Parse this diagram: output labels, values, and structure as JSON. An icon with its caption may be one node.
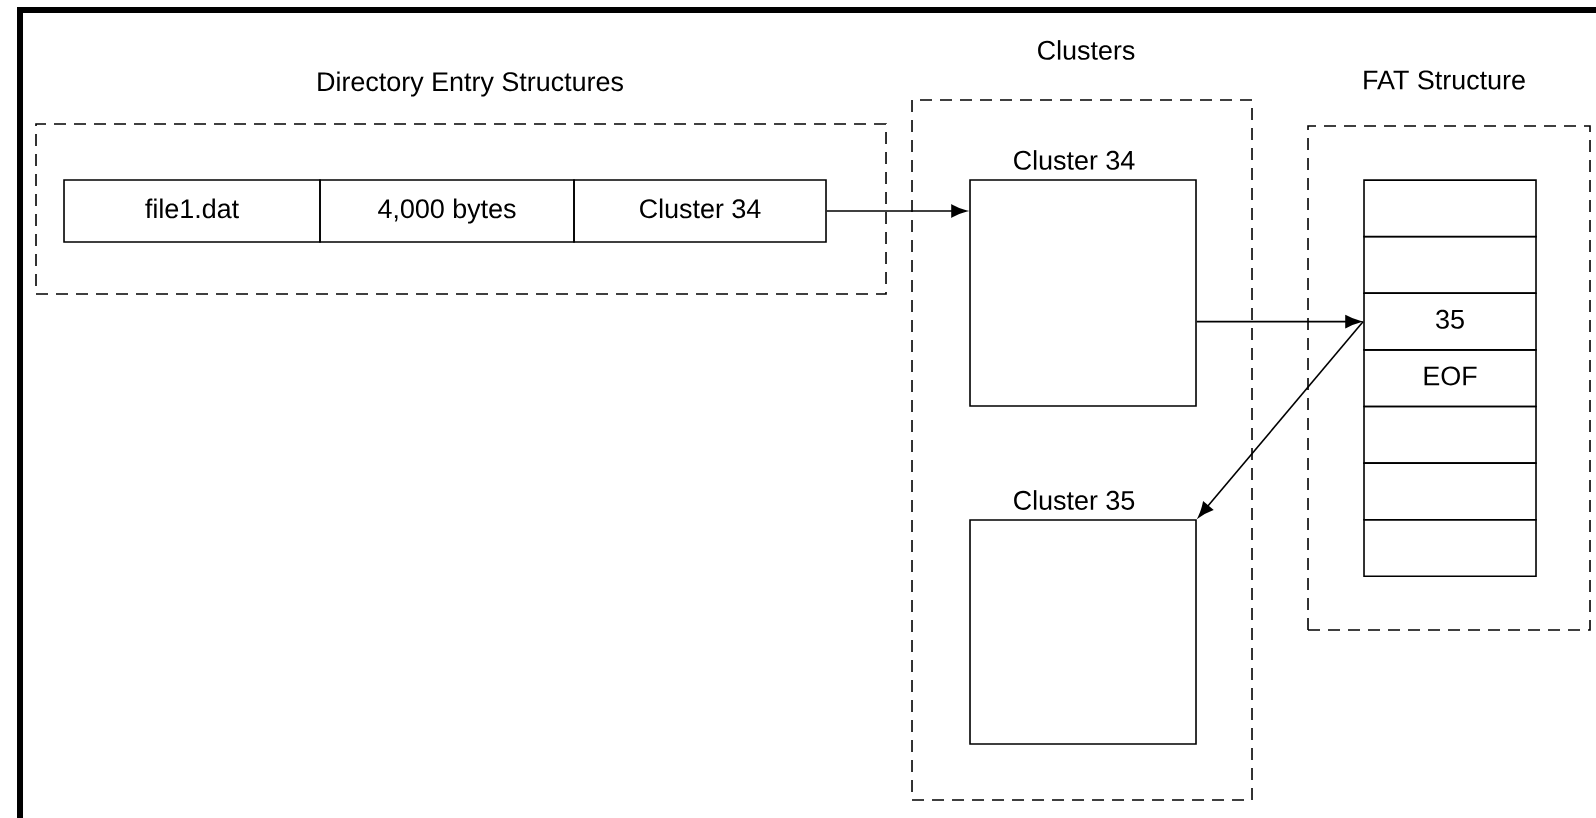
{
  "diagram": {
    "nodes": [
      {
        "text": [
          "Directory Entry Structures"
        ]
      },
      {
        "text": [
          "file1.dat"
        ],
        "in": 0
      },
      {
        "text": [
          "4,000 bytes"
        ],
        "in": 0
      },
      {
        "text": [
          "Cluster 34"
        ],
        "in": 0
      },
      {
        "text": [
          "Clusters"
        ]
      },
      {
        "text": [
          "Cluster 34"
        ],
        "in": 4
      },
      {
        "text": [
          "Cluster 35"
        ],
        "in": 4
      },
      {
        "text": [
          "FAT Structure"
        ]
      },
      {
        "text": [],
        "shape": "box",
        "in": 7
      },
      {
        "text": [],
        "shape": "box",
        "in": 7
      },
      {
        "text": [
          "35"
        ],
        "in": 7
      },
      {
        "text": [
          "EOF"
        ],
        "in": 7
      },
      {
        "text": [],
        "shape": "box",
        "in": 7
      },
      {
        "text": [],
        "shape": "box",
        "in": 7
      },
      {
        "text": [],
        "shape": "box",
        "in": 7
      }
    ],
    "edges": [
      {
        "from": 3,
        "to": 5,
        "arrow": "to"
      },
      {
        "from": 5,
        "to": 10,
        "arrow": "to"
      },
      {
        "from": 10,
        "to": 6,
        "arrow": "to"
      }
    ]
  }
}
